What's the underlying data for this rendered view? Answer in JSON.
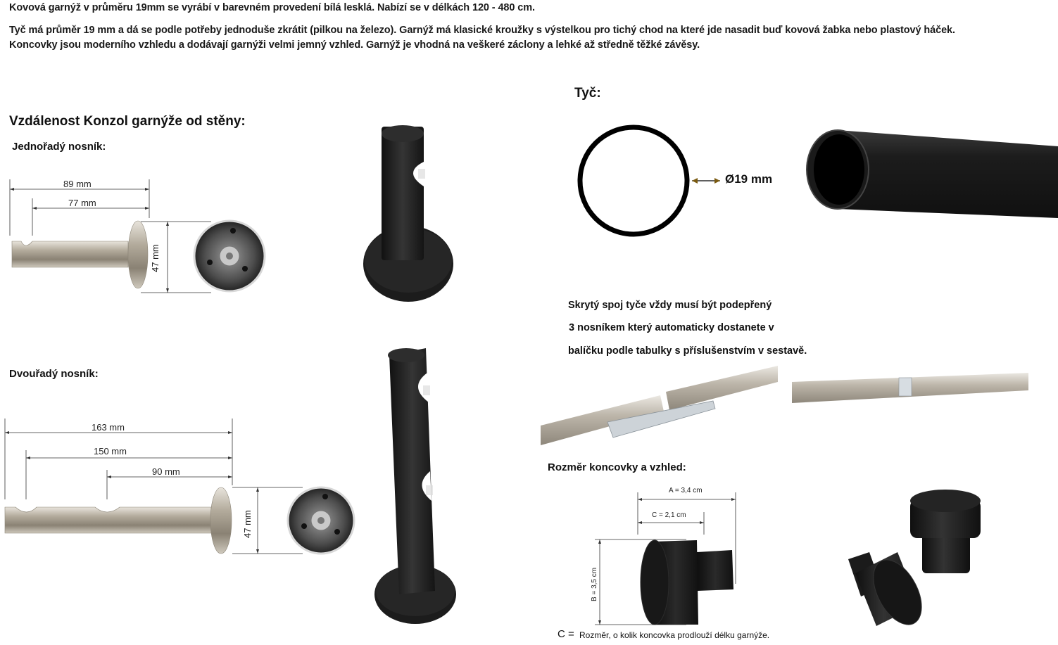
{
  "intro": {
    "line1": "Kovová garnýž v průměru 19mm se vyrábí v barevném provedení bílá lesklá. Nabízí se v délkách 120 - 480 cm.",
    "line2": "Tyč má průměr 19 mm a dá se podle potřeby jednoduše zkrátit (pilkou na železo). Garnýž má klasické kroužky s výstelkou pro tichý chod na které jde nasadit buď kovová žabka nebo plastový háček.",
    "line3": "Koncovky jsou moderního vzhledu a dodávají garnýži velmi jemný vzhled. Garnýž je vhodná na veškeré záclony a lehké až středně těžké závěsy."
  },
  "brackets": {
    "heading": "Vzdálenost Konzol garnýže od stěny:",
    "single": {
      "label": "Jednořadý nosník:",
      "dim_total": "89 mm",
      "dim_inner": "77 mm",
      "dim_height": "47 mm"
    },
    "double": {
      "label": "Dvouřadý nosník:",
      "dim_total": "163 mm",
      "dim_middle": "150 mm",
      "dim_inner": "90 mm",
      "dim_height": "47 mm"
    }
  },
  "rod": {
    "heading": "Tyč:",
    "diameter": "Ø19 mm",
    "joint_note": {
      "line1": "Skrytý spoj tyče vždy musí být podepřený",
      "line2": "3 nosníkem který automaticky dostanete v",
      "line3": "balíčku podle tabulky s příslušenstvím v sestavě."
    }
  },
  "endcap": {
    "heading": "Rozměr koncovky a vzhled:",
    "dim_a": "A = 3,4 cm",
    "dim_c": "C = 2,1 cm",
    "dim_b": "B = 3,5 cm",
    "caption_letter": "C =",
    "caption_text": "Rozměr, o kolik koncovka prodlouží délku garnýže."
  },
  "colors": {
    "black_finish": "#1f1f1f",
    "steel": "#b8b2a6"
  }
}
